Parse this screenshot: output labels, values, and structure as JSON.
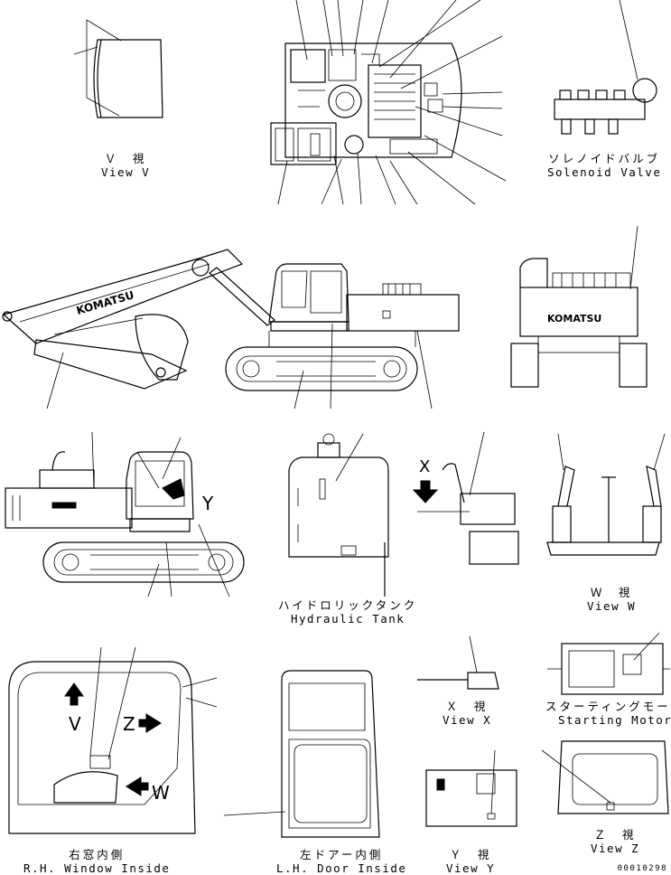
{
  "views": {
    "view_v": {
      "jp": "Ｖ　視",
      "en": "View V"
    },
    "solenoid": {
      "jp": "ソレノイドバルブ",
      "en": "Solenoid Valve"
    },
    "hydraulic_tank": {
      "jp": "ハイドロリックタンク",
      "en": "Hydraulic Tank"
    },
    "view_w": {
      "jp": "Ｗ　視",
      "en": "View W"
    },
    "view_x": {
      "jp": "Ｘ　視",
      "en": "View X"
    },
    "starting_motor": {
      "jp": "スターティングモータ",
      "en": "Starting Motor"
    },
    "rh_window": {
      "jp": "右窓内側",
      "en": "R.H. Window Inside"
    },
    "lh_door": {
      "jp": "左ドアー内側",
      "en": "L.H. Door Inside"
    },
    "view_y": {
      "jp": "Ｙ　視",
      "en": "View Y"
    },
    "view_z": {
      "jp": "Ｚ　視",
      "en": "View Z"
    }
  },
  "view_letters": {
    "y": "Y",
    "x": "X",
    "v": "V",
    "z": "Z",
    "w": "W"
  },
  "brand": "KOMATSU",
  "doc_number": "00010298"
}
